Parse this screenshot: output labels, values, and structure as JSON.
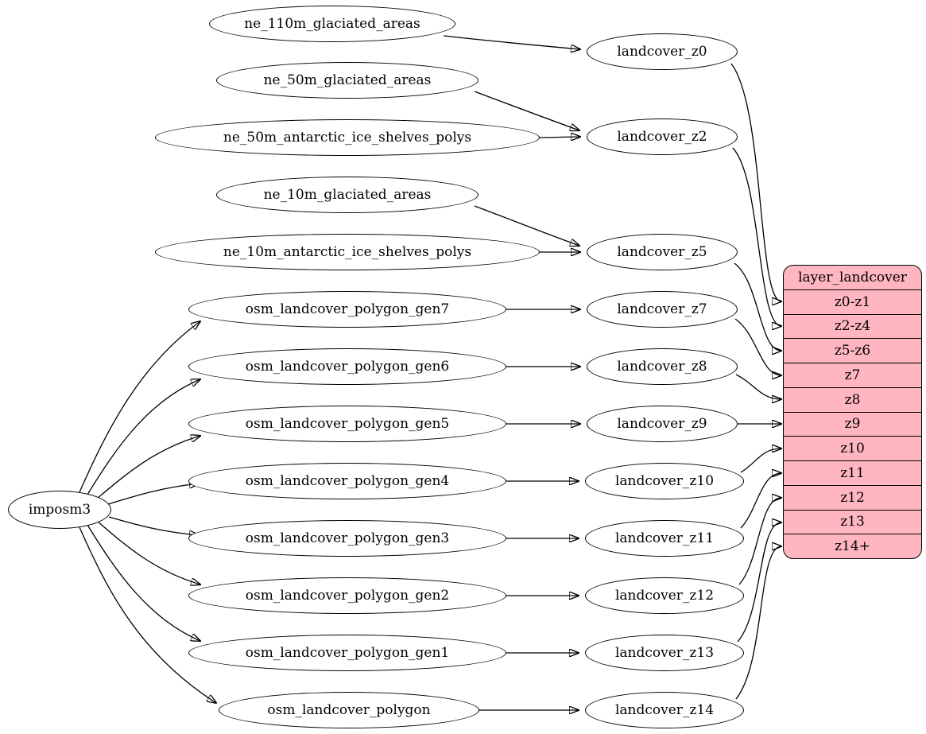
{
  "diagram": {
    "type": "graphviz-dependency-graph",
    "background": "#ffffff",
    "colors": {
      "node_fill": "#ffffff",
      "node_stroke": "#000000",
      "edge": "#000000",
      "record_fill": "#ffb6c1",
      "text": "#000000"
    },
    "nodes": [
      {
        "id": "imposm3",
        "label": "imposm3"
      },
      {
        "id": "ne_110m_glaciated_areas",
        "label": "ne_110m_glaciated_areas"
      },
      {
        "id": "ne_50m_glaciated_areas",
        "label": "ne_50m_glaciated_areas"
      },
      {
        "id": "ne_50m_antarctic_ice_shelves_polys",
        "label": "ne_50m_antarctic_ice_shelves_polys"
      },
      {
        "id": "ne_10m_glaciated_areas",
        "label": "ne_10m_glaciated_areas"
      },
      {
        "id": "ne_10m_antarctic_ice_shelves_polys",
        "label": "ne_10m_antarctic_ice_shelves_polys"
      },
      {
        "id": "osm_landcover_polygon_gen7",
        "label": "osm_landcover_polygon_gen7"
      },
      {
        "id": "osm_landcover_polygon_gen6",
        "label": "osm_landcover_polygon_gen6"
      },
      {
        "id": "osm_landcover_polygon_gen5",
        "label": "osm_landcover_polygon_gen5"
      },
      {
        "id": "osm_landcover_polygon_gen4",
        "label": "osm_landcover_polygon_gen4"
      },
      {
        "id": "osm_landcover_polygon_gen3",
        "label": "osm_landcover_polygon_gen3"
      },
      {
        "id": "osm_landcover_polygon_gen2",
        "label": "osm_landcover_polygon_gen2"
      },
      {
        "id": "osm_landcover_polygon_gen1",
        "label": "osm_landcover_polygon_gen1"
      },
      {
        "id": "osm_landcover_polygon",
        "label": "osm_landcover_polygon"
      },
      {
        "id": "landcover_z0",
        "label": "landcover_z0"
      },
      {
        "id": "landcover_z2",
        "label": "landcover_z2"
      },
      {
        "id": "landcover_z5",
        "label": "landcover_z5"
      },
      {
        "id": "landcover_z7",
        "label": "landcover_z7"
      },
      {
        "id": "landcover_z8",
        "label": "landcover_z8"
      },
      {
        "id": "landcover_z9",
        "label": "landcover_z9"
      },
      {
        "id": "landcover_z10",
        "label": "landcover_z10"
      },
      {
        "id": "landcover_z11",
        "label": "landcover_z11"
      },
      {
        "id": "landcover_z12",
        "label": "landcover_z12"
      },
      {
        "id": "landcover_z13",
        "label": "landcover_z13"
      },
      {
        "id": "landcover_z14",
        "label": "landcover_z14"
      }
    ],
    "record": {
      "id": "layer_landcover",
      "title": "layer_landcover",
      "rows": [
        "z0-z1",
        "z2-z4",
        "z5-z6",
        "z7",
        "z8",
        "z9",
        "z10",
        "z11",
        "z12",
        "z13",
        "z14+"
      ]
    },
    "edges": [
      {
        "from": "ne_110m_glaciated_areas",
        "to": "landcover_z0"
      },
      {
        "from": "ne_50m_glaciated_areas",
        "to": "landcover_z2"
      },
      {
        "from": "ne_50m_antarctic_ice_shelves_polys",
        "to": "landcover_z2"
      },
      {
        "from": "ne_10m_glaciated_areas",
        "to": "landcover_z5"
      },
      {
        "from": "ne_10m_antarctic_ice_shelves_polys",
        "to": "landcover_z5"
      },
      {
        "from": "osm_landcover_polygon_gen7",
        "to": "landcover_z7"
      },
      {
        "from": "osm_landcover_polygon_gen6",
        "to": "landcover_z8"
      },
      {
        "from": "osm_landcover_polygon_gen5",
        "to": "landcover_z9"
      },
      {
        "from": "osm_landcover_polygon_gen4",
        "to": "landcover_z10"
      },
      {
        "from": "osm_landcover_polygon_gen3",
        "to": "landcover_z11"
      },
      {
        "from": "osm_landcover_polygon_gen2",
        "to": "landcover_z12"
      },
      {
        "from": "osm_landcover_polygon_gen1",
        "to": "landcover_z13"
      },
      {
        "from": "osm_landcover_polygon",
        "to": "landcover_z14"
      },
      {
        "from": "imposm3",
        "to": "osm_landcover_polygon_gen7"
      },
      {
        "from": "imposm3",
        "to": "osm_landcover_polygon_gen6"
      },
      {
        "from": "imposm3",
        "to": "osm_landcover_polygon_gen5"
      },
      {
        "from": "imposm3",
        "to": "osm_landcover_polygon_gen4"
      },
      {
        "from": "imposm3",
        "to": "osm_landcover_polygon_gen3"
      },
      {
        "from": "imposm3",
        "to": "osm_landcover_polygon_gen2"
      },
      {
        "from": "imposm3",
        "to": "osm_landcover_polygon_gen1"
      },
      {
        "from": "imposm3",
        "to": "osm_landcover_polygon"
      },
      {
        "from": "landcover_z0",
        "to": "layer_landcover:z0-z1"
      },
      {
        "from": "landcover_z2",
        "to": "layer_landcover:z2-z4"
      },
      {
        "from": "landcover_z5",
        "to": "layer_landcover:z5-z6"
      },
      {
        "from": "landcover_z7",
        "to": "layer_landcover:z7"
      },
      {
        "from": "landcover_z8",
        "to": "layer_landcover:z8"
      },
      {
        "from": "landcover_z9",
        "to": "layer_landcover:z9"
      },
      {
        "from": "landcover_z10",
        "to": "layer_landcover:z10"
      },
      {
        "from": "landcover_z11",
        "to": "layer_landcover:z11"
      },
      {
        "from": "landcover_z12",
        "to": "layer_landcover:z12"
      },
      {
        "from": "landcover_z13",
        "to": "layer_landcover:z13"
      },
      {
        "from": "landcover_z14",
        "to": "layer_landcover:z14+"
      }
    ]
  }
}
